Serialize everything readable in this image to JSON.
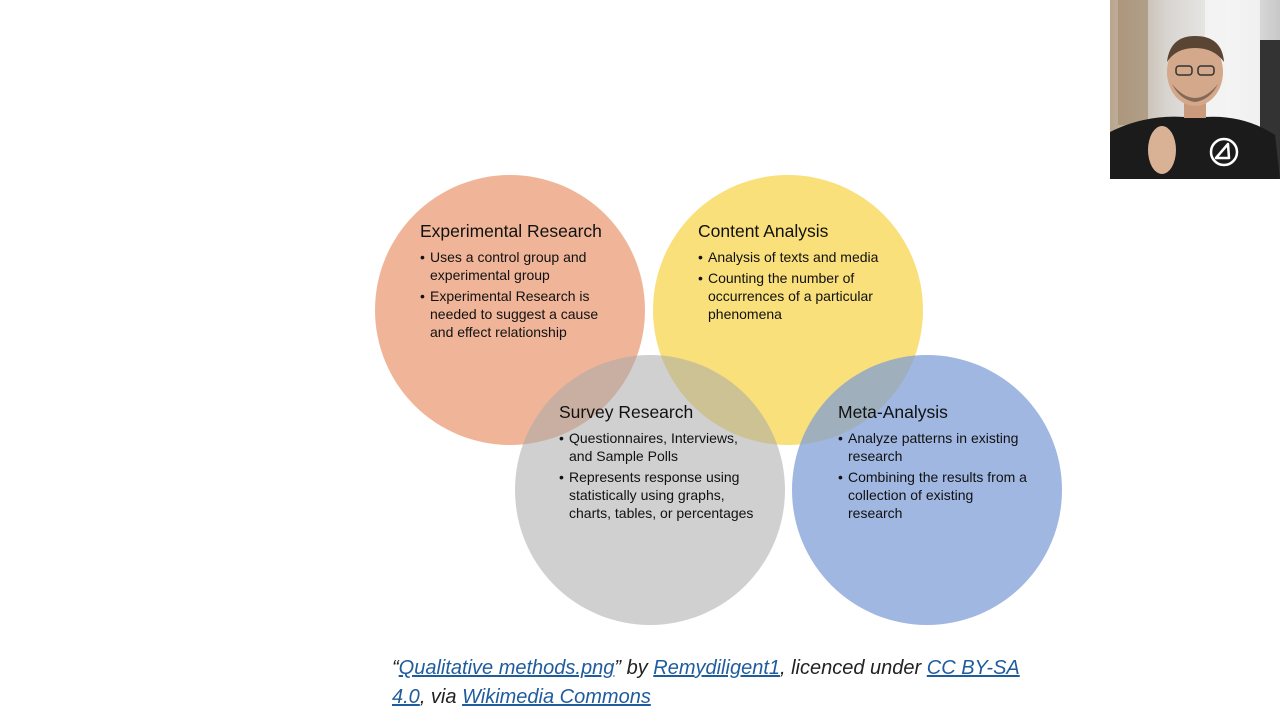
{
  "diagram": {
    "circles": [
      {
        "title": "Experimental Research",
        "color": "#ECA37E",
        "bullets": [
          "Uses a control group and experimental group",
          "Experimental Research is needed to suggest a cause and effect relationship"
        ]
      },
      {
        "title": "Content Analysis",
        "color": "#F7D448",
        "bullets": [
          "Analysis of texts and media",
          "Counting the number of occurrences of a particular phenomena"
        ]
      },
      {
        "title": "Survey Research",
        "color": "#AAAAAA",
        "bullets": [
          "Questionnaires, Interviews, and Sample Polls",
          "Represents response using statistically using graphs, charts, tables, or percentages"
        ]
      },
      {
        "title": "Meta-Analysis",
        "color": "#7B9BD6",
        "bullets": [
          "Analyze patterns in existing research",
          "Combining the results from a collection of existing research"
        ]
      }
    ]
  },
  "caption": {
    "open_quote": "“",
    "file_link": "Qualitative methods.png",
    "close_quote_by": "” by ",
    "author_link": "Remydiligent1",
    "licence_text": ", licenced under ",
    "license_link": "CC BY-SA 4.0",
    "via_text": ", via ",
    "commons_link": "Wikimedia Commons"
  },
  "webcam": {
    "icon": "presenter-logo-icon"
  },
  "colors": {
    "link": "#1F5C9E",
    "text": "#111111"
  }
}
